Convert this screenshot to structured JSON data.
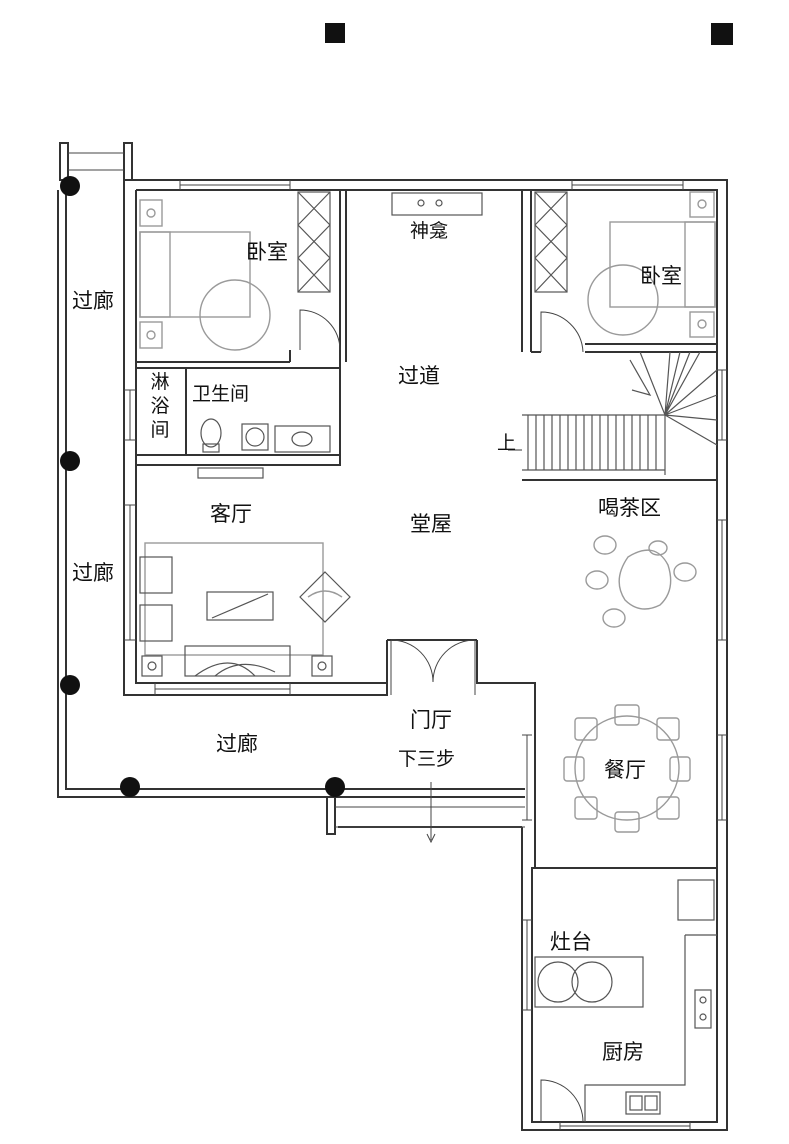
{
  "rooms": {
    "bedroom_left": "卧室",
    "bedroom_right": "卧室",
    "shrine": "神龛",
    "hallway": "过道",
    "bathroom": "卫生间",
    "shower": "淋浴间",
    "corridor_top": "过廊",
    "corridor_mid": "过廊",
    "corridor_bottom": "过廊",
    "living_room": "客厅",
    "main_hall": "堂屋",
    "tea_area": "喝茶区",
    "foyer": "门厅",
    "steps_down": "下三步",
    "dining_room": "餐厅",
    "stove": "灶台",
    "kitchen": "厨房",
    "stairs_up": "上"
  }
}
